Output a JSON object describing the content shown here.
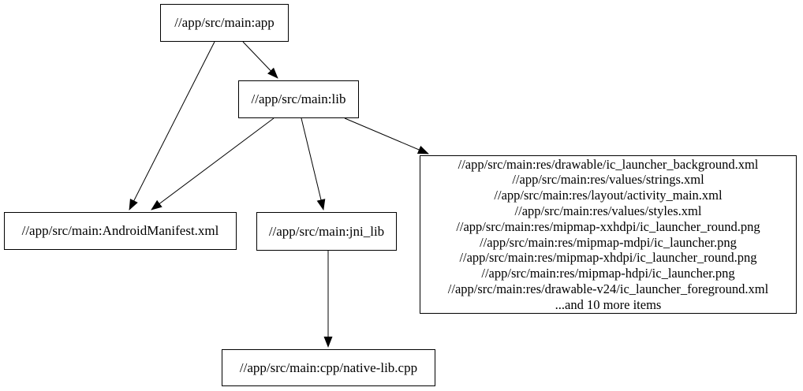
{
  "diagram": {
    "type": "dependency-graph",
    "background_color": "#ffffff",
    "node_border_color": "#000000",
    "edge_color": "#000000",
    "nodes": {
      "app": {
        "label": "//app/src/main:app"
      },
      "lib": {
        "label": "//app/src/main:lib"
      },
      "manifest": {
        "label": "//app/src/main:AndroidManifest.xml"
      },
      "jni_lib": {
        "label": "//app/src/main:jni_lib"
      },
      "native": {
        "label": "//app/src/main:cpp/native-lib.cpp"
      },
      "resources": {
        "lines": [
          "//app/src/main:res/drawable/ic_launcher_background.xml",
          "//app/src/main:res/values/strings.xml",
          "//app/src/main:res/layout/activity_main.xml",
          "//app/src/main:res/values/styles.xml",
          "//app/src/main:res/mipmap-xxhdpi/ic_launcher_round.png",
          "//app/src/main:res/mipmap-mdpi/ic_launcher.png",
          "//app/src/main:res/mipmap-xhdpi/ic_launcher_round.png",
          "//app/src/main:res/mipmap-hdpi/ic_launcher.png",
          "//app/src/main:res/drawable-v24/ic_launcher_foreground.xml",
          "...and 10 more items"
        ]
      }
    },
    "edges": [
      {
        "from": "app",
        "to": "manifest"
      },
      {
        "from": "app",
        "to": "lib"
      },
      {
        "from": "lib",
        "to": "manifest"
      },
      {
        "from": "lib",
        "to": "jni_lib"
      },
      {
        "from": "lib",
        "to": "resources"
      },
      {
        "from": "jni_lib",
        "to": "native"
      }
    ]
  }
}
